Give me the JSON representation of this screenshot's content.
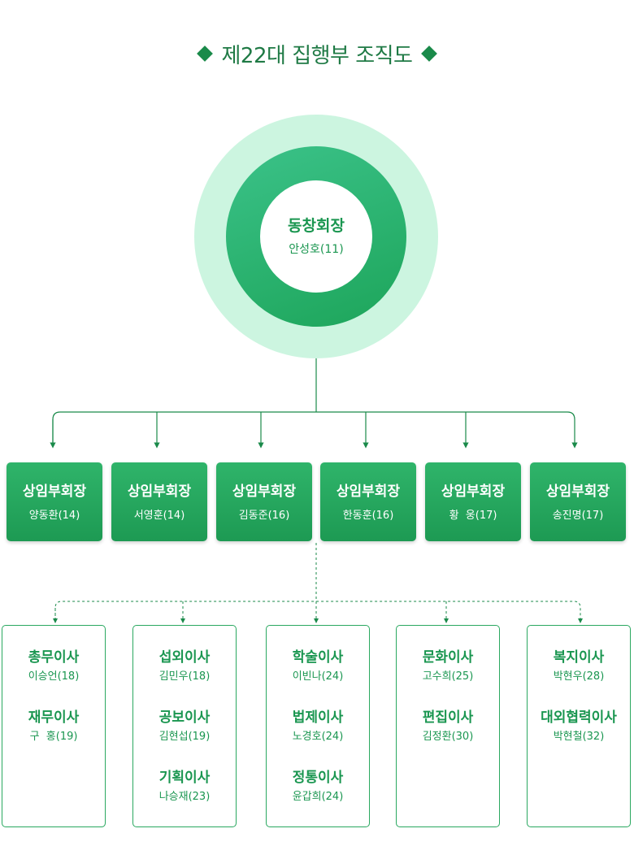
{
  "title": "제22대 집행부 조직도",
  "colors": {
    "primary": "#1a9650",
    "ring_outer": "#ccf5e0",
    "box": "#1d9a53"
  },
  "president": {
    "role": "동창회장",
    "name": "안성호(11)"
  },
  "vice_presidents": [
    {
      "role": "상임부회장",
      "name": "양동환(14)"
    },
    {
      "role": "상임부회장",
      "name": "서영훈(14)"
    },
    {
      "role": "상임부회장",
      "name": "김동준(16)"
    },
    {
      "role": "상임부회장",
      "name": "한동훈(16)"
    },
    {
      "role": "상임부회장",
      "name": "황  웅(17)"
    },
    {
      "role": "상임부회장",
      "name": "송진명(17)"
    }
  ],
  "director_groups": [
    {
      "entries": [
        {
          "role": "총무이사",
          "name": "이승언(18)"
        },
        {
          "role": "재무이사",
          "name": "구  홍(19)"
        }
      ]
    },
    {
      "entries": [
        {
          "role": "섭외이사",
          "name": "김민우(18)"
        },
        {
          "role": "공보이사",
          "name": "김현섭(19)"
        },
        {
          "role": "기획이사",
          "name": "나승재(23)"
        }
      ]
    },
    {
      "entries": [
        {
          "role": "학술이사",
          "name": "이빈나(24)"
        },
        {
          "role": "법제이사",
          "name": "노경호(24)"
        },
        {
          "role": "정통이사",
          "name": "윤갑희(24)"
        }
      ]
    },
    {
      "entries": [
        {
          "role": "문화이사",
          "name": "고수희(25)"
        },
        {
          "role": "편집이사",
          "name": "김정환(30)"
        }
      ]
    },
    {
      "entries": [
        {
          "role": "복지이사",
          "name": "박현우(28)"
        },
        {
          "role": "대외협력이사",
          "name": "박현철(32)"
        }
      ]
    }
  ]
}
